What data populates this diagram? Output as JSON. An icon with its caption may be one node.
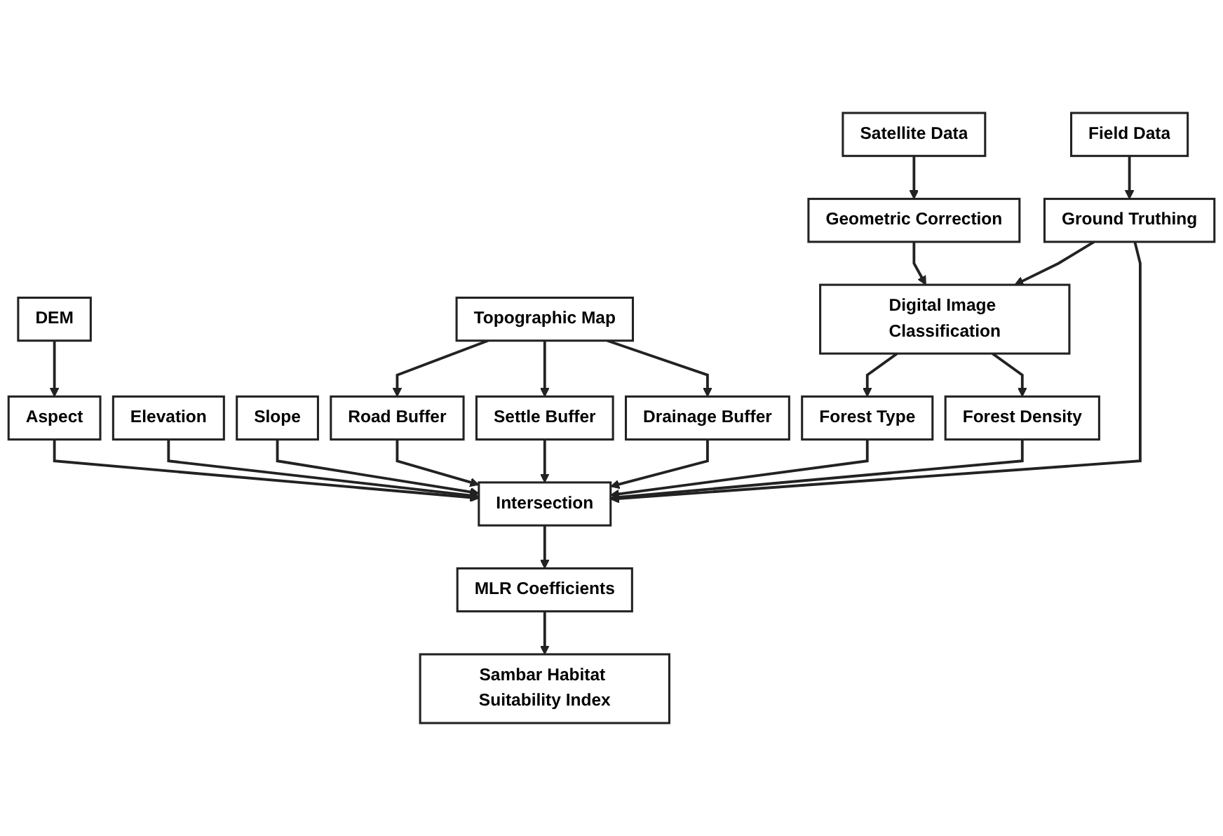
{
  "diagram": {
    "nodes": [
      {
        "text": [
          "Topographic Map"
        ]
      },
      {
        "text": [
          "Satellite Data"
        ]
      },
      {
        "text": [
          "Field Data"
        ]
      },
      {
        "text": [
          "DEM"
        ]
      },
      {
        "text": [
          "Geometric Correction"
        ]
      },
      {
        "text": [
          "Ground Truthing"
        ]
      },
      {
        "text": [
          "Aspect"
        ]
      },
      {
        "text": [
          "Digital Image Classification"
        ]
      },
      {
        "text": [
          "Elevation"
        ]
      },
      {
        "text": [
          "Forest Type"
        ]
      },
      {
        "text": [
          "Forest Density"
        ]
      },
      {
        "text": [
          "Slope"
        ]
      },
      {
        "text": [
          "Intersection"
        ]
      },
      {
        "text": [
          "Road Buffer"
        ]
      },
      {
        "text": [
          "MLR Coefficients"
        ]
      },
      {
        "text": [
          "Settle Buffer"
        ]
      },
      {
        "text": [
          "Drainage Buffer"
        ]
      },
      {
        "text": [
          "Sambar Habitat Suitability Index"
        ]
      }
    ],
    "edges": [
      {
        "from": 1,
        "to": 4,
        "arrow": "to"
      },
      {
        "from": 4,
        "to": 7,
        "arrow": "to"
      },
      {
        "from": 2,
        "to": 5,
        "arrow": "to"
      },
      {
        "from": 5,
        "to": 7,
        "arrow": "to"
      },
      {
        "from": 3,
        "to": 6,
        "arrow": "to"
      },
      {
        "from": 7,
        "to": 9,
        "arrow": "to"
      },
      {
        "from": 7,
        "to": 10,
        "arrow": "to"
      },
      {
        "from": 0,
        "to": 13,
        "arrow": "to"
      },
      {
        "from": 0,
        "to": 15,
        "arrow": "to"
      },
      {
        "from": 0,
        "to": 16,
        "arrow": "to"
      },
      {
        "from": 6,
        "to": 12,
        "arrow": "to"
      },
      {
        "from": 8,
        "to": 12,
        "arrow": "to"
      },
      {
        "from": 11,
        "to": 12,
        "arrow": "to"
      },
      {
        "from": 13,
        "to": 12,
        "arrow": "to"
      },
      {
        "from": 15,
        "to": 12,
        "arrow": "to"
      },
      {
        "from": 16,
        "to": 12,
        "arrow": "to"
      },
      {
        "from": 9,
        "to": 12,
        "arrow": "to"
      },
      {
        "from": 10,
        "to": 12,
        "arrow": "to"
      },
      {
        "from": 5,
        "to": 12,
        "arrow": "to"
      },
      {
        "from": 12,
        "to": 14,
        "arrow": "to"
      },
      {
        "from": 14,
        "to": 17,
        "arrow": "to"
      }
    ]
  }
}
